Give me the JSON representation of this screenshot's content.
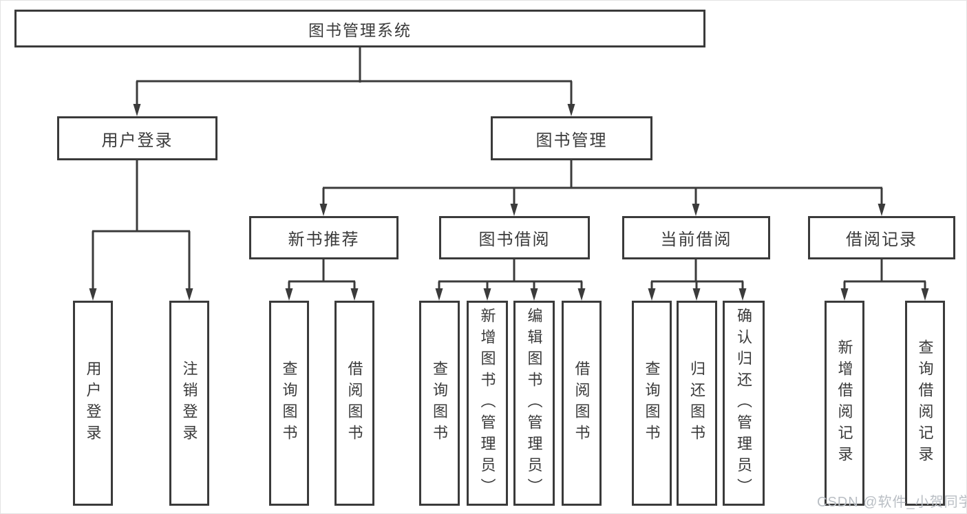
{
  "colors": {
    "line": "#3b3b3b",
    "text": "#3a3a3a",
    "background": "#ffffff",
    "watermark": "#b9bec4"
  },
  "watermark": "CSDN @软件_小贺同学",
  "tree": {
    "label": "图书管理系统",
    "children": [
      {
        "label": "用户登录",
        "children": [
          {
            "label": "用户登录"
          },
          {
            "label": "注销登录"
          }
        ]
      },
      {
        "label": "图书管理",
        "children": [
          {
            "label": "新书推荐",
            "children": [
              {
                "label": "查询图书"
              },
              {
                "label": "借阅图书"
              }
            ]
          },
          {
            "label": "图书借阅",
            "children": [
              {
                "label": "查询图书"
              },
              {
                "label": "新增图书（管理员）"
              },
              {
                "label": "编辑图书（管理员）"
              },
              {
                "label": "借阅图书"
              }
            ]
          },
          {
            "label": "当前借阅",
            "children": [
              {
                "label": "查询图书"
              },
              {
                "label": "归还图书"
              },
              {
                "label": "确认归还（管理员）"
              }
            ]
          },
          {
            "label": "借阅记录",
            "children": [
              {
                "label": "新增借阅记录"
              },
              {
                "label": "查询借阅记录"
              }
            ]
          }
        ]
      }
    ]
  }
}
